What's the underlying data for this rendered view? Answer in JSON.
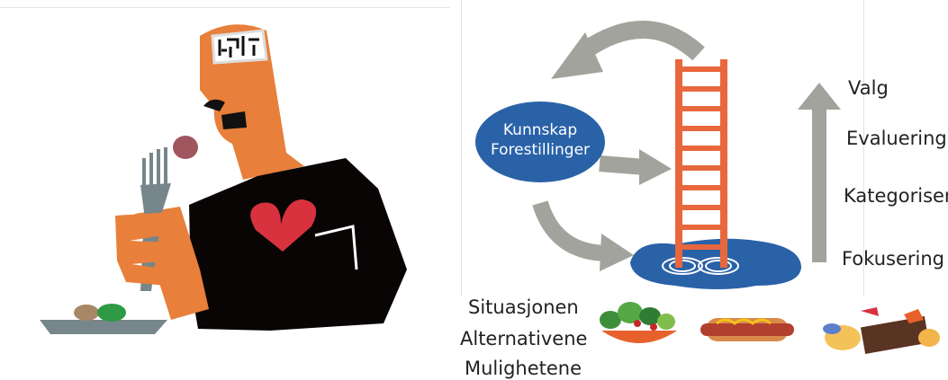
{
  "diagram": {
    "oval": {
      "line1": "Kunnskap",
      "line2": "Forestillinger",
      "color": "#2a62a8"
    },
    "steps": [
      "Valg",
      "Evaluering",
      "Kategoriseri",
      "Fokusering"
    ],
    "bottom_labels": [
      "Situasjonen",
      "Alternativene",
      "Mulighetene"
    ],
    "colors": {
      "ladder": "#e8673d",
      "arrow": "#a3a39d",
      "puddle": "#2a62a8",
      "figure_body": "#e87f3a",
      "shirt": "#0a0505",
      "heart": "#d8323f"
    },
    "food_images": [
      "salad-bowl",
      "hot-dog",
      "sweets-and-chocolate"
    ]
  }
}
